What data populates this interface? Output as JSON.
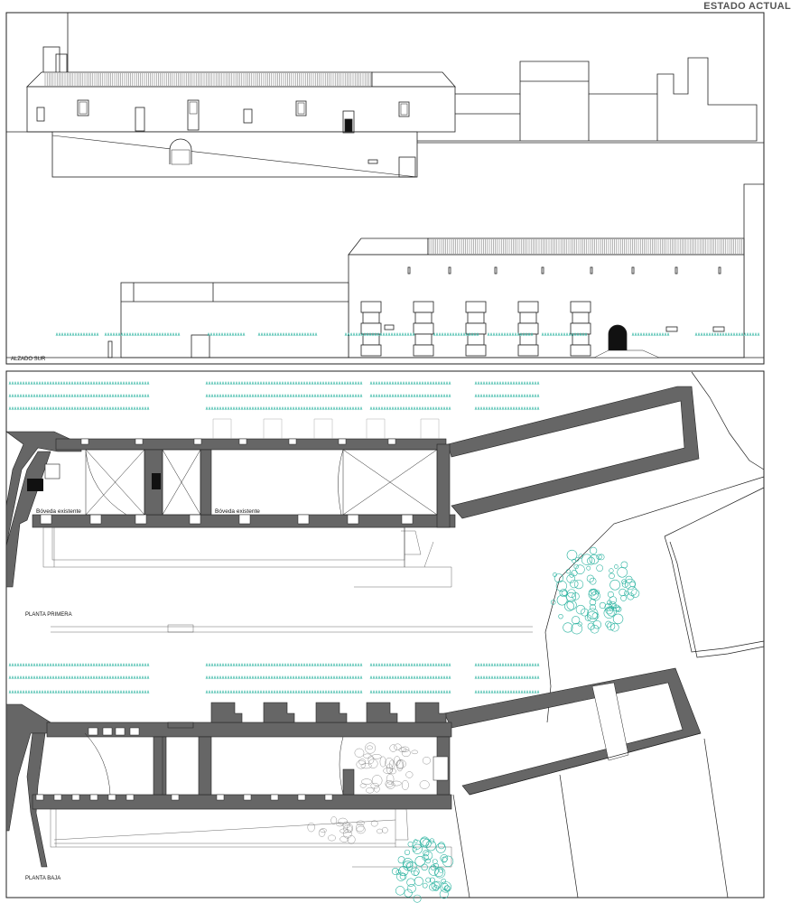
{
  "header": {
    "title": "ESTADO ACTUAL"
  },
  "elevation": {
    "label": "ALZADO SUR"
  },
  "upper_plan": {
    "label": "PLANTA PRIMERA",
    "vault_labels": [
      "Bóveda existente",
      "Bóveda existente"
    ]
  },
  "lower_plan": {
    "label": "PLANTA BAJA"
  },
  "colors": {
    "wall_fill": "#666666",
    "line": "#222222",
    "vegetation": "#2bb3a0",
    "dark_fill": "#111111"
  },
  "icons": {
    "vegetation": "grass-strip",
    "trees": "tree-cluster"
  }
}
